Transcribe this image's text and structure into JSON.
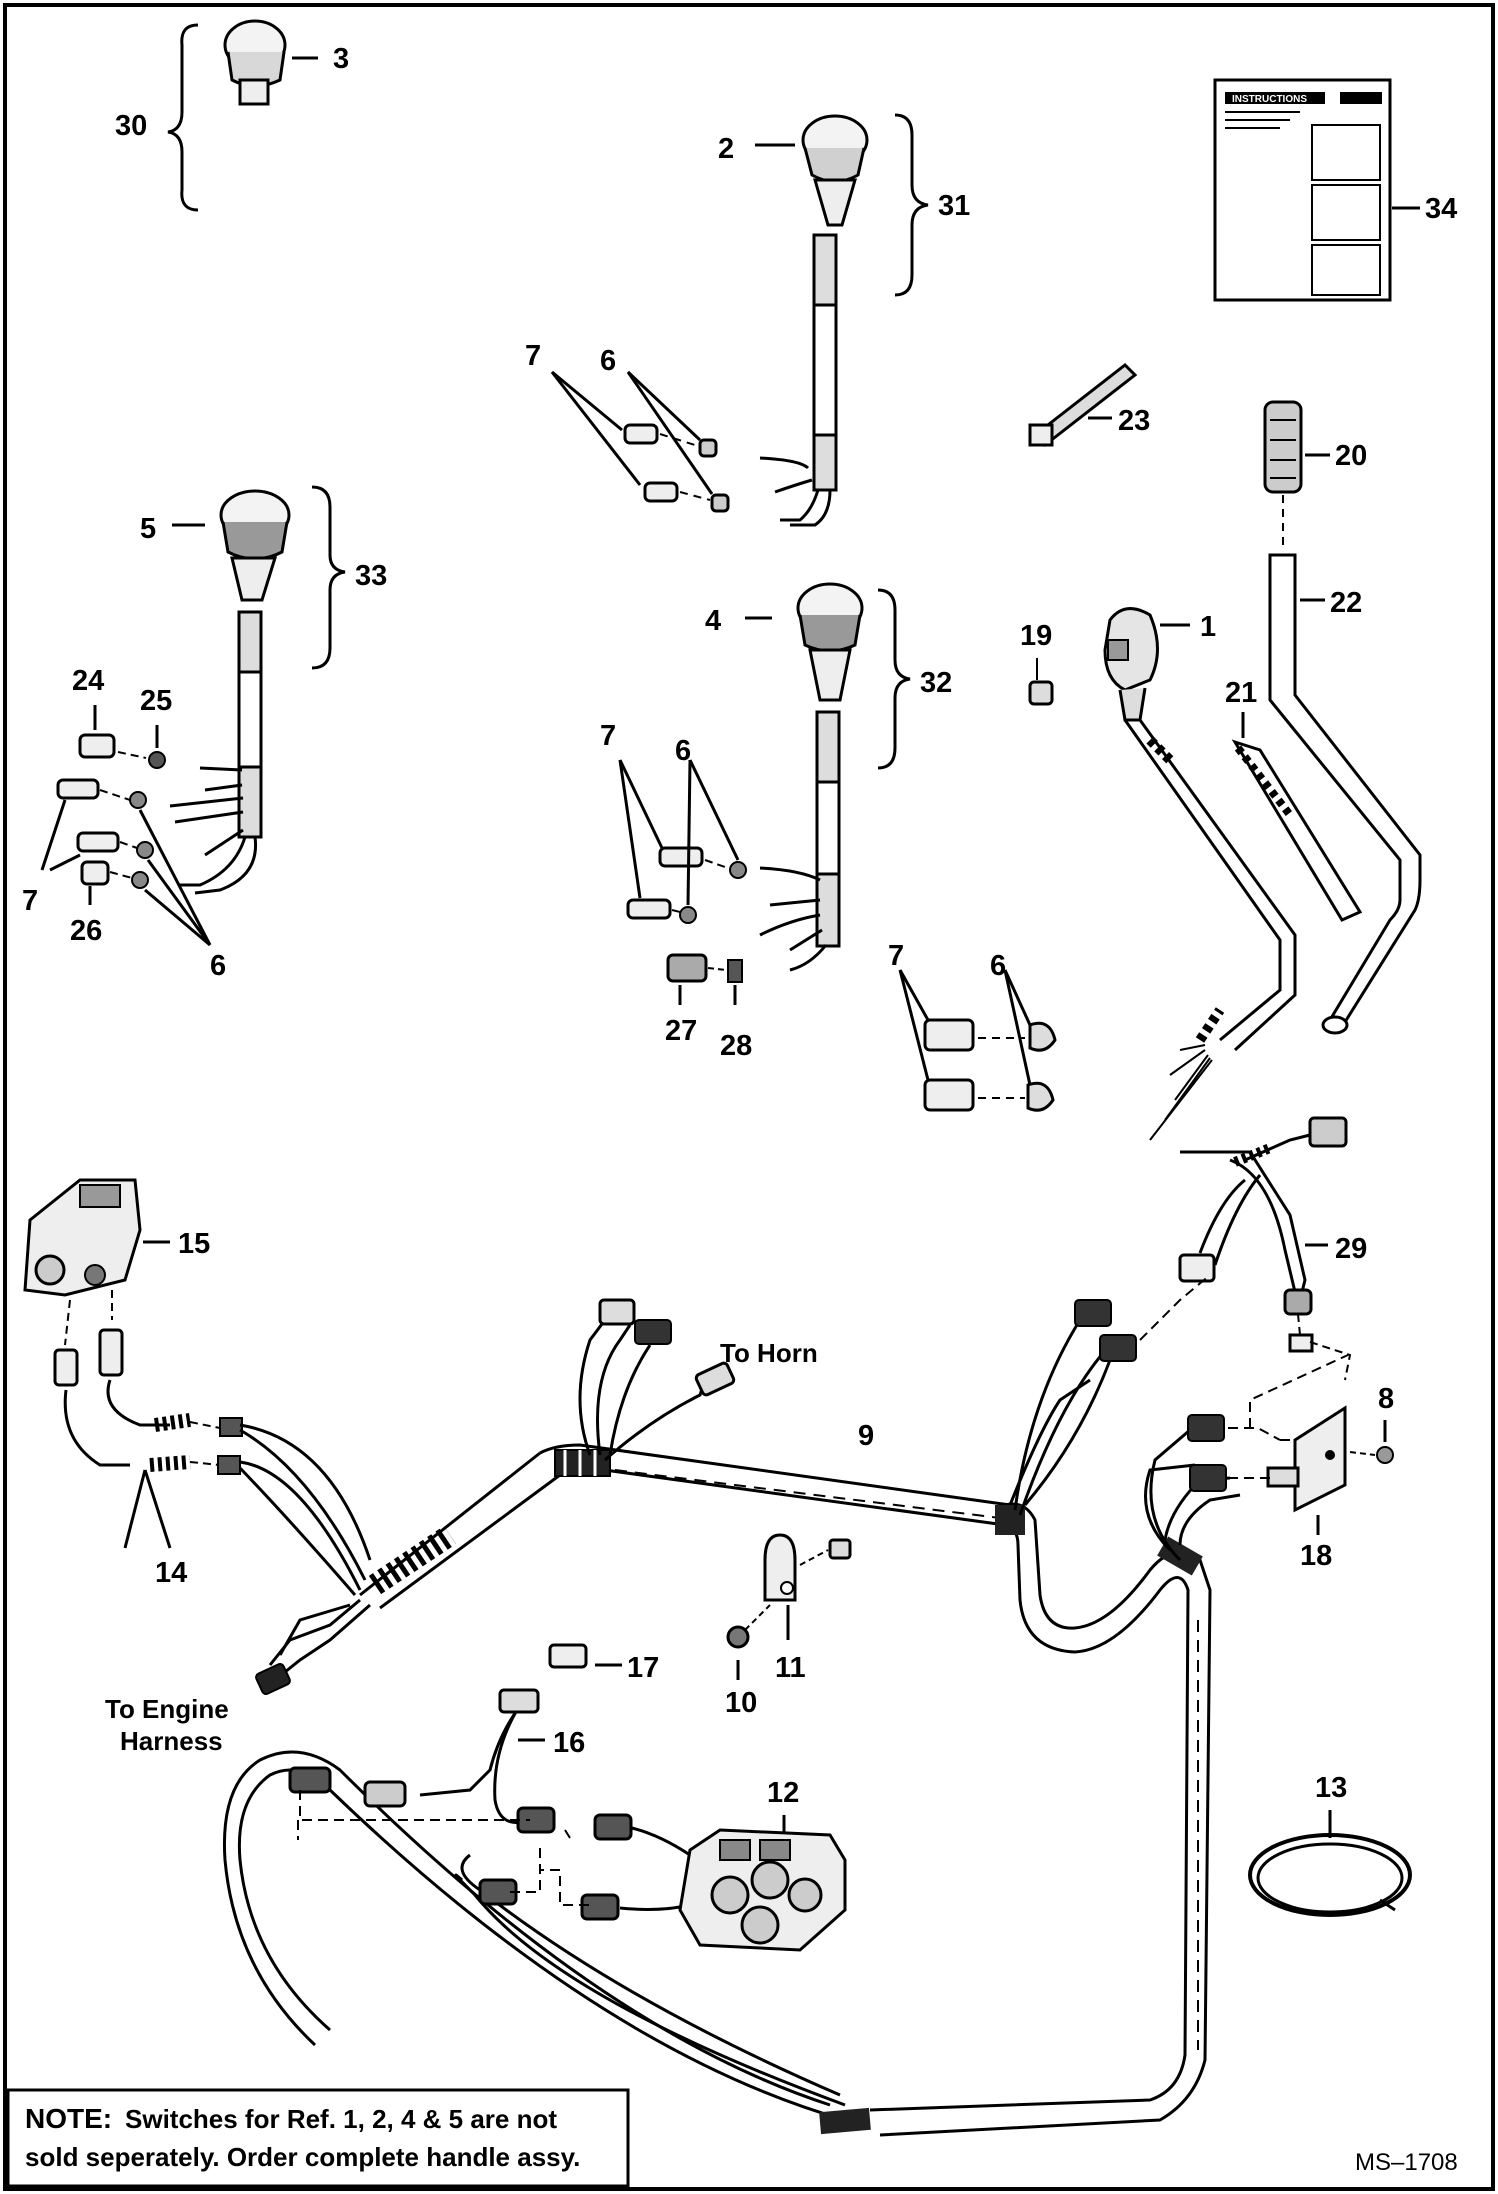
{
  "callouts": [
    "1",
    "2",
    "3",
    "4",
    "5",
    "6",
    "7",
    "8",
    "9",
    "10",
    "11",
    "12",
    "13",
    "14",
    "15",
    "16",
    "17",
    "18",
    "19",
    "20",
    "21",
    "22",
    "23",
    "24",
    "25",
    "26",
    "27",
    "28",
    "29",
    "30",
    "31",
    "32",
    "33",
    "34"
  ],
  "labels": {
    "to_horn": "To Horn",
    "to_engine_line1": "To Engine",
    "to_engine_line2": "Harness"
  },
  "note": {
    "prefix": "NOTE:",
    "line1": "Switches for Ref. 1, 2, 4 & 5 are not",
    "line2": "sold seperately.  Order complete handle assy."
  },
  "drawing_code": "MS–1708",
  "instruction_sheet": {
    "heading": "INSTRUCTIONS"
  }
}
